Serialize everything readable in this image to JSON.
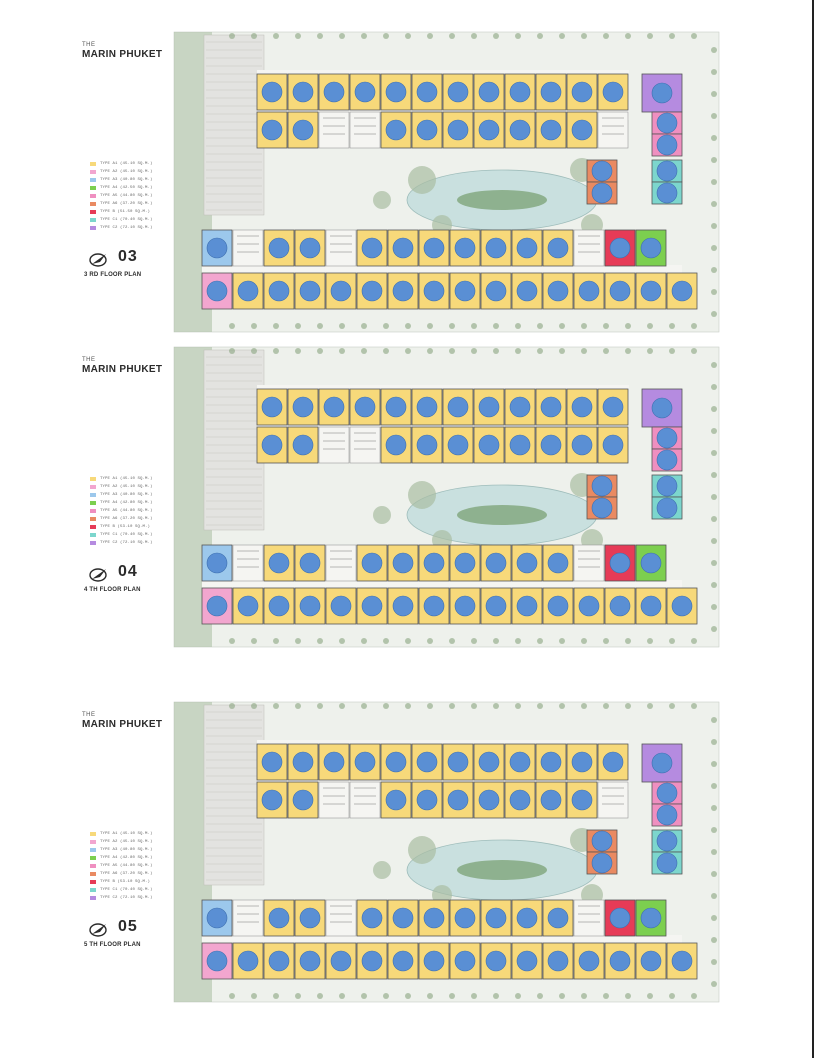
{
  "colors": {
    "typeA1": "#f7d97a",
    "typeA2": "#f2a6cf",
    "typeA3": "#9cc8ec",
    "typeA4": "#7ccf4f",
    "typeA5": "#ef8fc0",
    "typeA6": "#e98a62",
    "typeB": "#e63b57",
    "typeC1": "#7cd6cd",
    "typeC2": "#b58be0",
    "marker": "#5a8fd4",
    "corridor": "#f5f5f2",
    "site": "#eef1ec",
    "greenery": "#a9bda2",
    "pool": "#c9e0df",
    "brandText": "#2b2b2b"
  },
  "floors": [
    {
      "brand_prefix": "THE",
      "brand_name": "MARIN PHUKET",
      "floor_number": "03",
      "floor_caption": "3 RD FLOOR PLAN",
      "legend": [
        {
          "label": "TYPE A1  (45.10 SQ.M.)",
          "color_key": "typeA1"
        },
        {
          "label": "TYPE A2  (45.10 SQ.M.)",
          "color_key": "typeA2"
        },
        {
          "label": "TYPE A3  (40.80 SQ.M.)",
          "color_key": "typeA3"
        },
        {
          "label": "TYPE A4  (42.50 SQ.M.)",
          "color_key": "typeA4"
        },
        {
          "label": "TYPE A5  (44.80 SQ.M.)",
          "color_key": "typeA5"
        },
        {
          "label": "TYPE A6  (37.20 SQ.M.)",
          "color_key": "typeA6"
        },
        {
          "label": "TYPE B   (51.50 SQ.M.)",
          "color_key": "typeB"
        },
        {
          "label": "TYPE C1  (70.40 SQ.M.)",
          "color_key": "typeC1"
        },
        {
          "label": "TYPE C2  (72.10 SQ.M.)",
          "color_key": "typeC2"
        }
      ]
    },
    {
      "brand_prefix": "THE",
      "brand_name": "MARIN PHUKET",
      "floor_number": "04",
      "floor_caption": "4 TH FLOOR PLAN",
      "legend": [
        {
          "label": "TYPE A1  (45.10 SQ.M.)",
          "color_key": "typeA1"
        },
        {
          "label": "TYPE A2  (45.10 SQ.M.)",
          "color_key": "typeA2"
        },
        {
          "label": "TYPE A3  (40.80 SQ.M.)",
          "color_key": "typeA3"
        },
        {
          "label": "TYPE A4  (42.80 SQ.M.)",
          "color_key": "typeA4"
        },
        {
          "label": "TYPE A5  (44.80 SQ.M.)",
          "color_key": "typeA5"
        },
        {
          "label": "TYPE A6  (37.20 SQ.M.)",
          "color_key": "typeA6"
        },
        {
          "label": "TYPE B   (53.10 SQ.M.)",
          "color_key": "typeB"
        },
        {
          "label": "TYPE C1  (70.40 SQ.M.)",
          "color_key": "typeC1"
        },
        {
          "label": "TYPE C2  (72.10 SQ.M.)",
          "color_key": "typeC2"
        }
      ]
    },
    {
      "brand_prefix": "THE",
      "brand_name": "MARIN PHUKET",
      "floor_number": "05",
      "floor_caption": "5 TH FLOOR PLAN",
      "legend": [
        {
          "label": "TYPE A1  (45.10 SQ.M.)",
          "color_key": "typeA1"
        },
        {
          "label": "TYPE A2  (45.10 SQ.M.)",
          "color_key": "typeA2"
        },
        {
          "label": "TYPE A3  (40.80 SQ.M.)",
          "color_key": "typeA3"
        },
        {
          "label": "TYPE A4  (42.80 SQ.M.)",
          "color_key": "typeA4"
        },
        {
          "label": "TYPE A5  (44.80 SQ.M.)",
          "color_key": "typeA5"
        },
        {
          "label": "TYPE A6  (37.20 SQ.M.)",
          "color_key": "typeA6"
        },
        {
          "label": "TYPE B   (53.10 SQ.M.)",
          "color_key": "typeB"
        },
        {
          "label": "TYPE C1  (70.40 SQ.M.)",
          "color_key": "typeC1"
        },
        {
          "label": "TYPE C2  (72.10 SQ.M.)",
          "color_key": "typeC2"
        }
      ]
    }
  ]
}
